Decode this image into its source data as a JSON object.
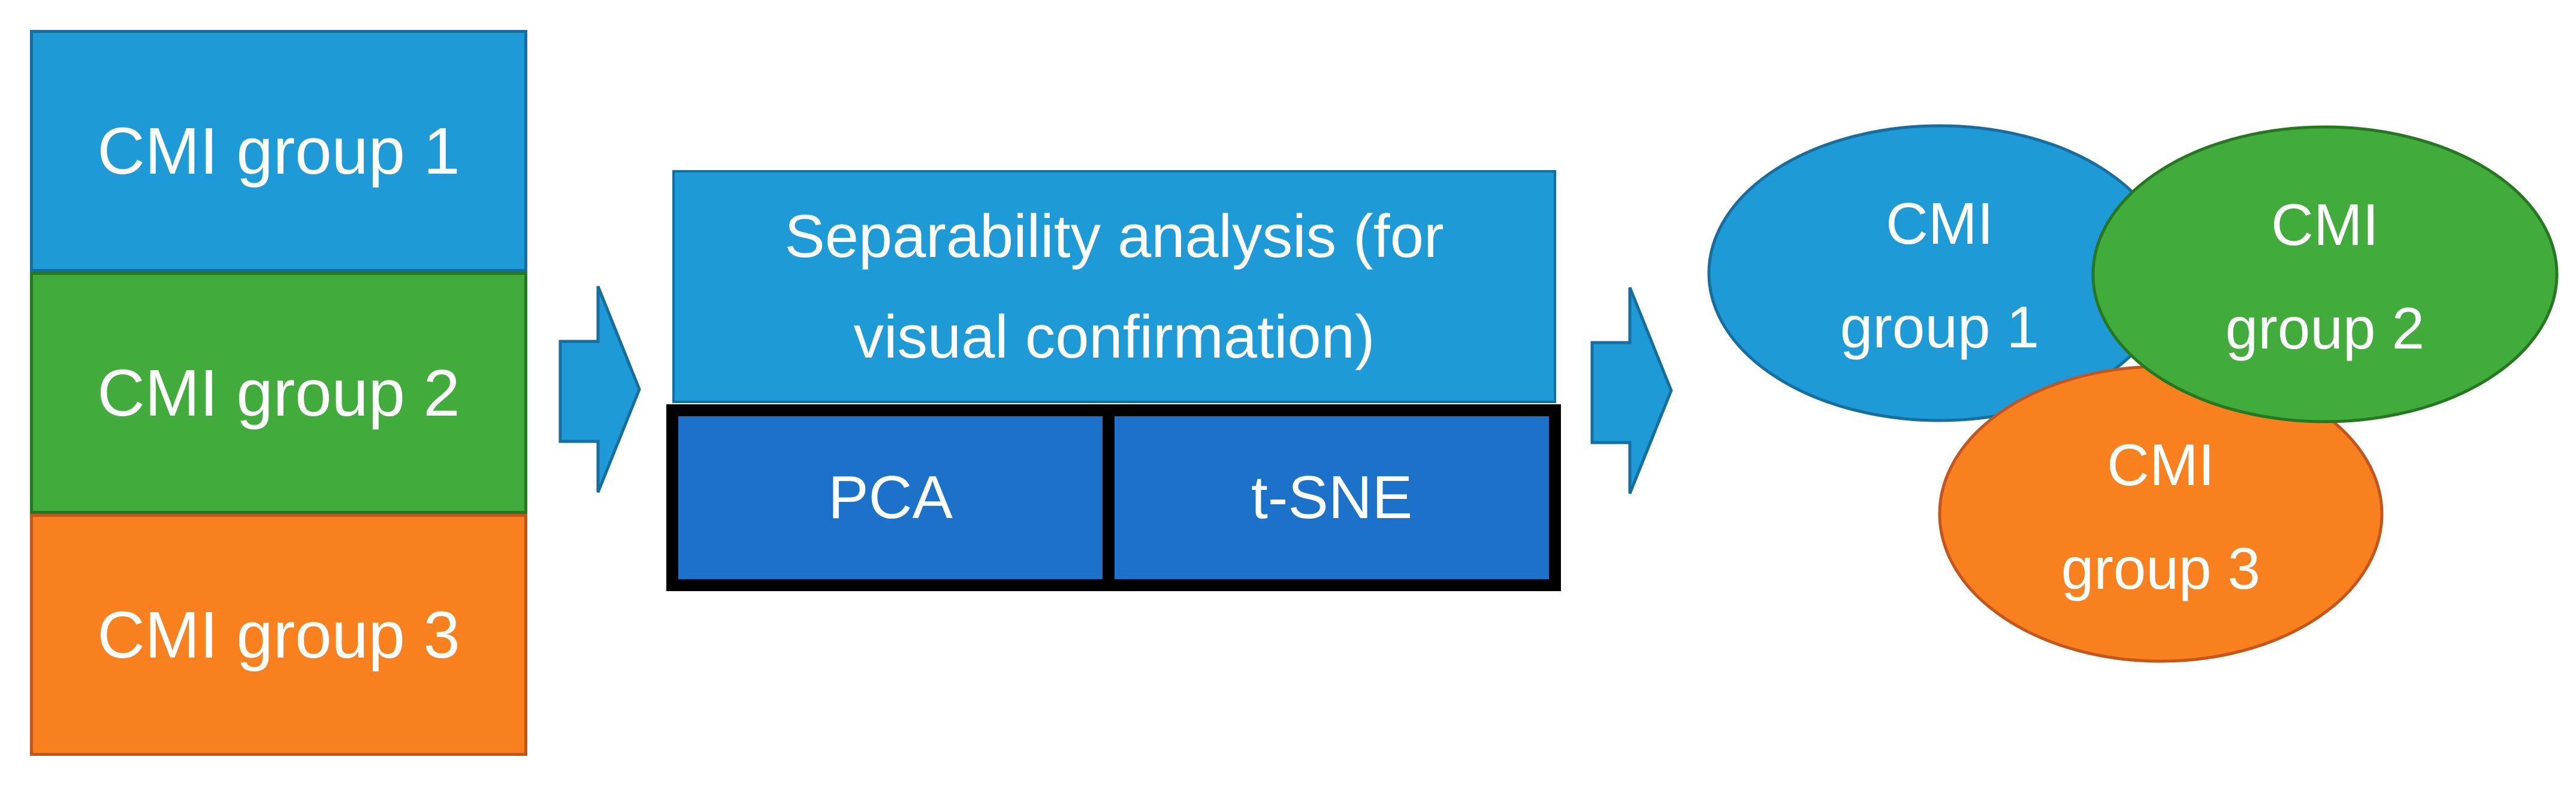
{
  "diagram": {
    "background": "#FFFFFF",
    "text_color": "#FFFFFF",
    "left_stack": {
      "items": [
        {
          "label": "CMI group 1",
          "fill": "#1E9AD6",
          "border": "#176E9E"
        },
        {
          "label": "CMI group 2",
          "fill": "#41AB3C",
          "border": "#25781F"
        },
        {
          "label": "CMI group 3",
          "fill": "#F8801E",
          "border": "#C4551C"
        }
      ]
    },
    "arrows": [
      {
        "icon": "right-block-arrow-icon",
        "fill": "#1E9AD6"
      },
      {
        "icon": "right-block-arrow-icon",
        "fill": "#1E9AD6"
      }
    ],
    "analysis_box": {
      "title_lines": [
        "Separability analysis (for",
        "visual confirmation)"
      ],
      "title_fill": "#1E9AD6",
      "frame_color": "#000000",
      "method_fill": "#1B72C8",
      "methods": [
        {
          "label": "PCA"
        },
        {
          "label": "t-SNE"
        }
      ]
    },
    "result_groups": [
      {
        "line1": "CMI",
        "line2": "group 1",
        "fill": "#1E9AD6"
      },
      {
        "line1": "CMI",
        "line2": "group 2",
        "fill": "#41AB3C"
      },
      {
        "line1": "CMI",
        "line2": "group 3",
        "fill": "#F8801E"
      }
    ]
  }
}
